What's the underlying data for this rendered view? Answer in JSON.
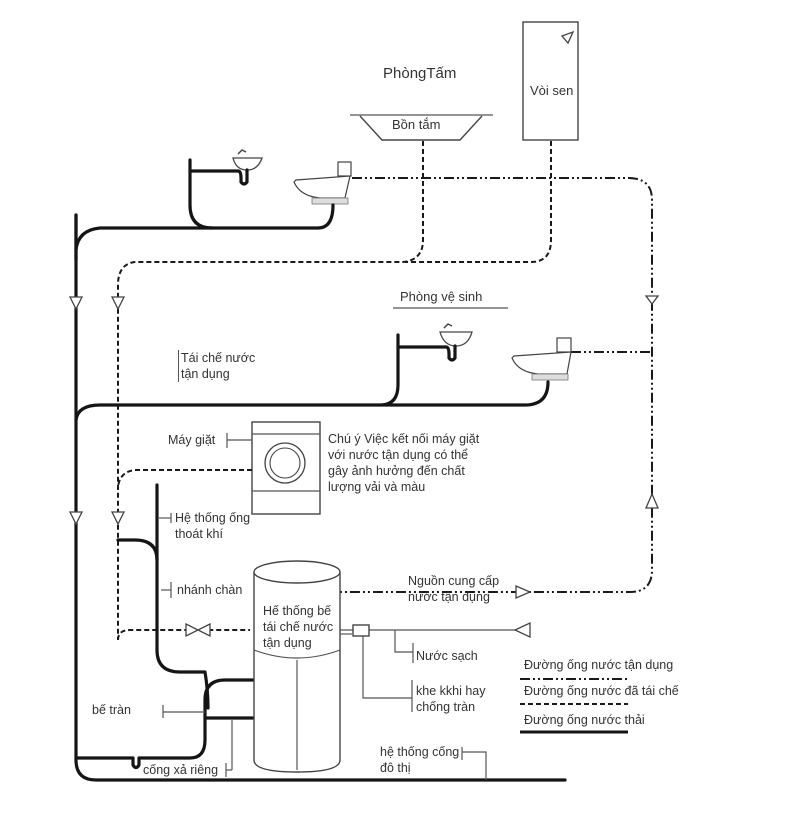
{
  "title": "PhòngTấm",
  "rooms": {
    "bathroom": "PhòngTấm",
    "toilet_room": "Phòng vệ sinh"
  },
  "fixtures": {
    "bathtub": "Bồn tắm",
    "shower": "Vòi sen",
    "washing_machine": "Máy giặt",
    "tank": "Hế thống bế\ntái chế nước\ntận dụng"
  },
  "labels": {
    "recycled_water": "Tái chế nước\ntận dụng",
    "vent_system": "Hệ thống ống\nthoát khí",
    "overflow_branch": "nhánh chàn",
    "supply_source": "Nguồn cung cấp\nnước tận dụng",
    "clean_water": "Nước sạch",
    "air_gap": "khe kkhi hay\nchống tràn",
    "overflow_tank": "bế tràn",
    "separate_drain": "cống xả riêng",
    "city_sewer": "hệ thống cống\nđô thị",
    "note": "Chú ý  Việc kết nối máy giặt\nvới nước tận dụng có thể\ngây ảnh hưởng đến chất\nlượng  vải và màu"
  },
  "legend": [
    {
      "label": "Đường ống nước tận dụng",
      "style": "dash-dot-dot"
    },
    {
      "label": "Đường ống nước đã tái chế",
      "style": "dashed"
    },
    {
      "label": "Đường ống nước thải",
      "style": "solid"
    }
  ],
  "colors": {
    "line": "#151515",
    "thin": "#555555",
    "text": "#333333"
  }
}
